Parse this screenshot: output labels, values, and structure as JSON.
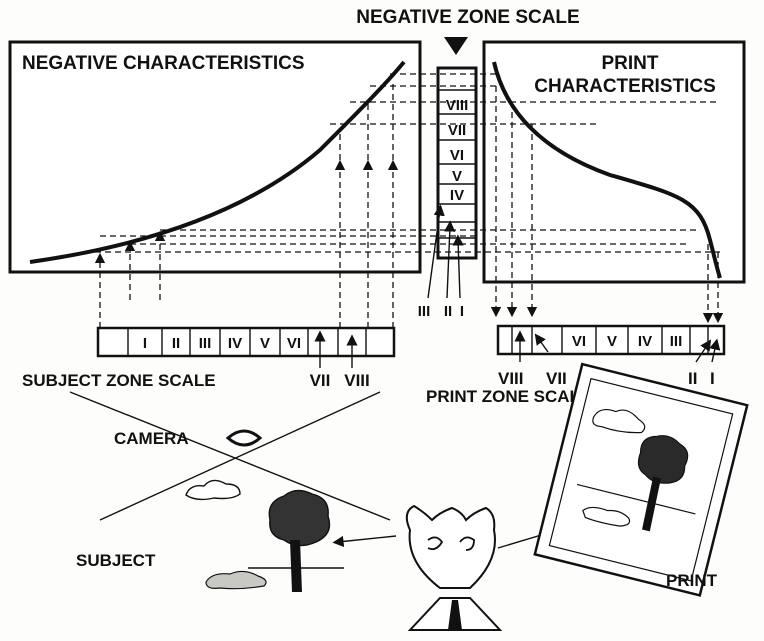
{
  "labels": {
    "negative_zone_scale": "NEGATIVE ZONE SCALE",
    "negative_characteristics": "NEGATIVE CHARACTERISTICS",
    "print_characteristics_line1": "PRINT",
    "print_characteristics_line2": "CHARACTERISTICS",
    "subject_zone_scale": "SUBJECT ZONE SCALE",
    "print_zone_scale": "PRINT ZONE SCALE",
    "camera": "CAMERA",
    "subject": "SUBJECT",
    "print": "PRINT"
  },
  "negative_zones": [
    "VIII",
    "VII",
    "VI",
    "V",
    "IV"
  ],
  "negative_zone_pointers": [
    "III",
    "II",
    "I"
  ],
  "subject_zones": [
    "I",
    "II",
    "III",
    "IV",
    "V",
    "VI"
  ],
  "subject_zone_pointers": [
    "VII",
    "VIII"
  ],
  "print_zones": [
    "VI",
    "V",
    "IV",
    "III"
  ],
  "print_zone_pointers_left": [
    "VIII",
    "VII"
  ],
  "print_zone_pointers_right": [
    "II",
    "I"
  ]
}
